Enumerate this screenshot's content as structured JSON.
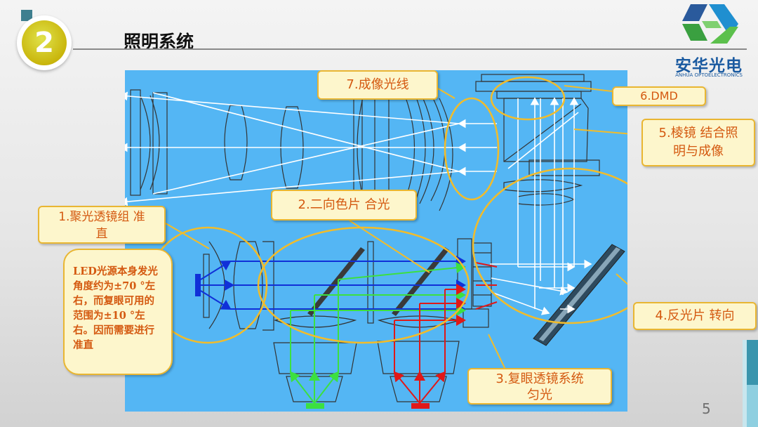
{
  "slide": {
    "number": "2",
    "title": "照明系统",
    "page": "5"
  },
  "logo": {
    "cn": "安华光电",
    "en": "ANHUA OPTOELECTRONICS"
  },
  "callouts": {
    "c1": [
      "1.聚光透镜组  准",
      "直"
    ],
    "c2": "2.二向色片 合光",
    "c3": [
      "3.复眼透镜系统",
      "匀光"
    ],
    "c4": "4.反光片  转向",
    "c5": [
      "5.棱镜  结合照",
      "明与成像"
    ],
    "c6": "6.DMD",
    "c7": "7.成像光线"
  },
  "note": "LED光源本身发光角度约为±70 °左右，而复眼可用的范围为±10 °左右。因而需要进行准直",
  "colors": {
    "diagram_bg": "#54b6f4",
    "ray_white": "#ffffff",
    "ray_blue": "#1030d8",
    "ray_green": "#3ce040",
    "ray_red": "#e01818",
    "ellipse": "#f2bc2a",
    "callout_text": "#d45910"
  }
}
